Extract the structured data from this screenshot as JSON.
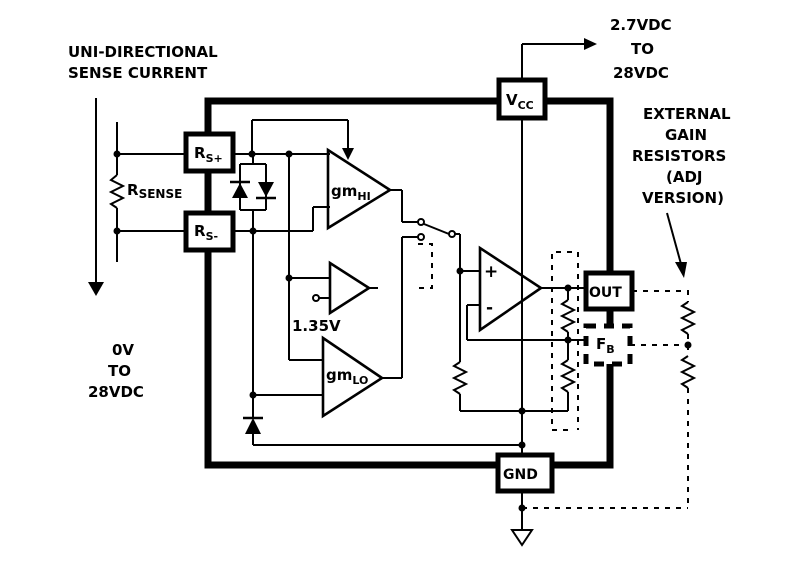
{
  "labels": {
    "sense_current_line1": "UNI-DIRECTIONAL",
    "sense_current_line2": "SENSE CURRENT",
    "rsense": "R",
    "rsense_sub": "SENSE",
    "vin_line1": "0V",
    "vin_line2": "TO",
    "vin_line3": "28VDC",
    "supply_line1": "2.7VDC",
    "supply_line2": "TO",
    "supply_line3": "28VDC",
    "ext_line1": "EXTERNAL",
    "ext_line2": "GAIN",
    "ext_line3": "RESISTORS",
    "ext_line4": "(ADJ",
    "ext_line5": "VERSION)",
    "ref_voltage": "1.35V"
  },
  "pins": {
    "rs_plus": "R",
    "rs_plus_sub": "S+",
    "rs_minus": "R",
    "rs_minus_sub": "S-",
    "vcc": "V",
    "vcc_sub": "CC",
    "out": "OUT",
    "fb": "F",
    "fb_sub": "B",
    "gnd": "GND"
  },
  "amplifiers": {
    "gm_hi": "gm",
    "gm_hi_sub": "HI",
    "gm_lo": "gm",
    "gm_lo_sub": "LO",
    "opamp_plus": "+",
    "opamp_minus": "-"
  }
}
